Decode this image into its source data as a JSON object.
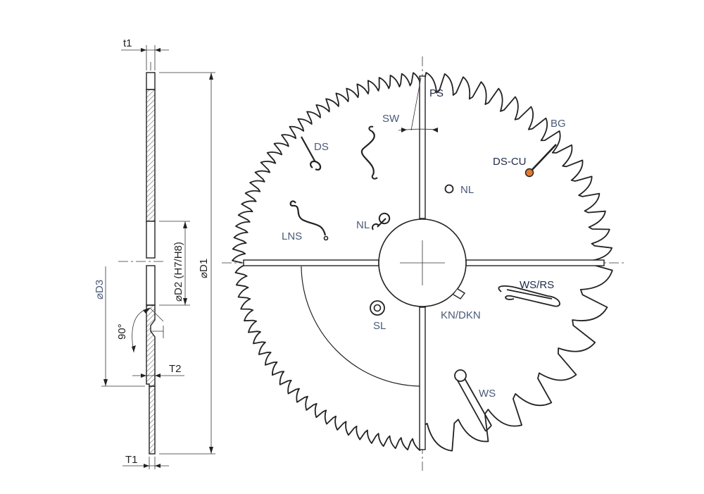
{
  "labels": {
    "t1": "t1",
    "T1": "T1",
    "T2": "T2",
    "D1": "⌀D1",
    "D2": "⌀D2 (H7/H8)",
    "D3": "⌀D3",
    "angle": "90°",
    "PS": "PS",
    "SW": "SW",
    "BG": "BG",
    "DS_CU": "DS-CU",
    "DS": "DS",
    "NL_top": "NL",
    "NL_left": "NL",
    "LNS": "LNS",
    "WS_RS": "WS/RS",
    "KN_DKN": "KN/DKN",
    "SL": "SL",
    "WS": "WS"
  },
  "colors": {
    "line": "#222222",
    "label": "#4a5a78",
    "label_dark": "#1e2a4a",
    "accent_dot": "#e07a2e"
  }
}
